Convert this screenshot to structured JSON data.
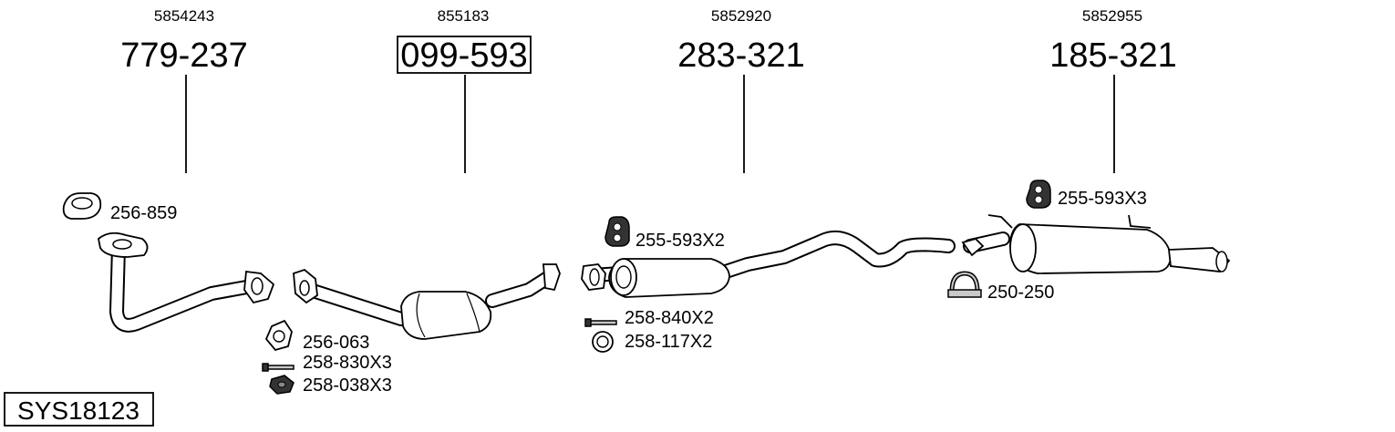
{
  "system": {
    "code": "SYS18123"
  },
  "main_parts": [
    {
      "oem": "5854243",
      "number": "779-237",
      "boxed": false
    },
    {
      "oem": "855183",
      "number": "099-593",
      "boxed": true
    },
    {
      "oem": "5852920",
      "number": "283-321",
      "boxed": false
    },
    {
      "oem": "5852955",
      "number": "185-321",
      "boxed": false
    }
  ],
  "accessories": {
    "gasket_256_859": "256-859",
    "gasket_256_063": "256-063",
    "bolt_258_830": "258-830X3",
    "nut_258_038": "258-038X3",
    "hanger_255_593_x2": "255-593X2",
    "bolt_258_840": "258-840X2",
    "ring_258_117": "258-117X2",
    "hanger_255_593_x3": "255-593X3",
    "clamp_250_250": "250-250"
  }
}
